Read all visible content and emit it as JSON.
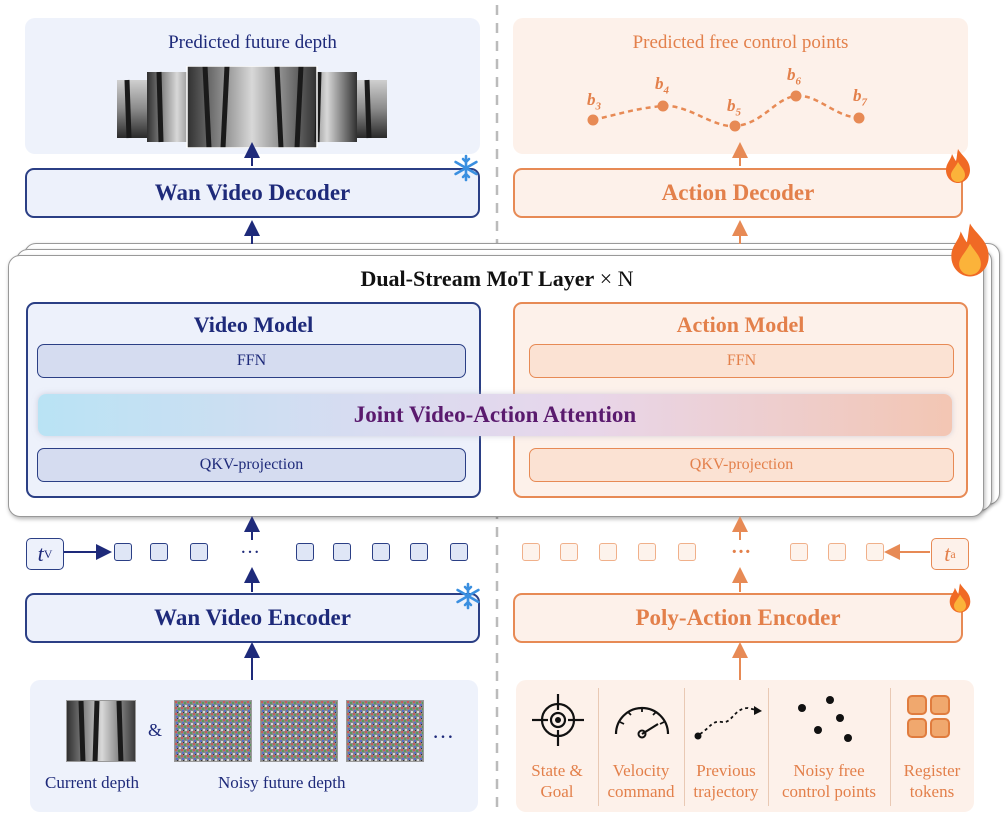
{
  "video": {
    "output_title": "Predicted future depth",
    "decoder_label": "Wan Video Decoder",
    "encoder_label": "Wan Video Encoder",
    "model_label": "Video Model",
    "ffn_label": "FFN",
    "qkv_label": "QKV-projection",
    "time_label_main": "t",
    "time_label_sub": "V",
    "current_depth_label": "Current depth",
    "noisy_depth_label": "Noisy future depth",
    "ampersand": "&",
    "ellipsis": "…"
  },
  "action": {
    "output_title": "Predicted free control points",
    "control_points": [
      "3",
      "4",
      "5",
      "6",
      "7"
    ],
    "control_point_prefix": "b",
    "decoder_label": "Action Decoder",
    "encoder_label": "Poly-Action Encoder",
    "model_label": "Action Model",
    "ffn_label": "FFN",
    "qkv_label": "QKV-projection",
    "time_label_main": "t",
    "time_label_sub": "a",
    "inputs": [
      {
        "line1": "State &",
        "line2": "Goal",
        "icon": "crosshair-icon"
      },
      {
        "line1": "Velocity",
        "line2": "command",
        "icon": "speedometer-icon"
      },
      {
        "line1": "Previous",
        "line2": "trajectory",
        "icon": "trajectory-icon"
      },
      {
        "line1": "Noisy free",
        "line2": "control points",
        "icon": "scatter-points-icon"
      },
      {
        "line1": "Register",
        "line2": "tokens",
        "icon": "grid-tokens-icon"
      }
    ]
  },
  "mot": {
    "title_bold": "Dual-Stream MoT Layer",
    "title_suffix": "× N",
    "attention_label": "Joint Video-Action Attention"
  },
  "colors": {
    "blue_stroke": "#2b3f85",
    "blue_text": "#1e2a7a",
    "orange_stroke": "#e78a55",
    "orange_text": "#e3804b",
    "attention_text": "#5a1a6e"
  },
  "icons": {
    "frozen": "snowflake-icon",
    "trainable": "fire-icon"
  }
}
